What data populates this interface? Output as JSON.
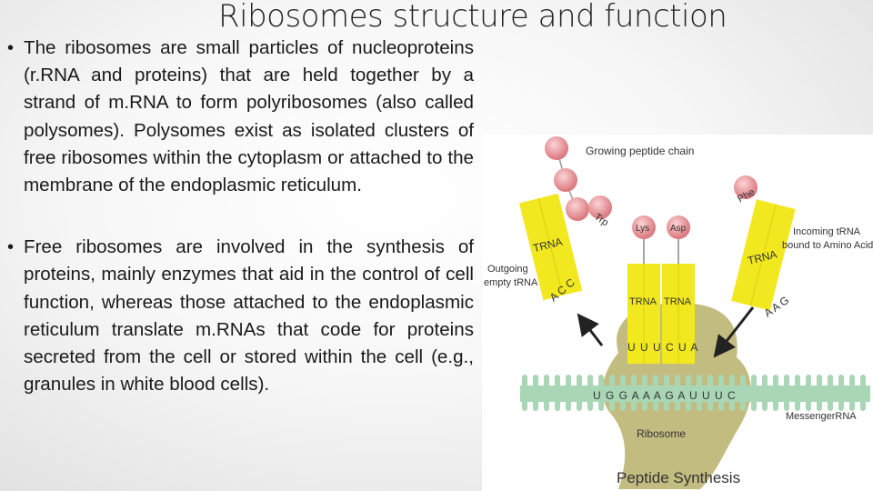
{
  "title": "Ribosomes structure and function",
  "bullets": [
    "The ribosomes are small particles of nucleoproteins (r.RNA and proteins) that are held together by a strand of m.RNA to form polyribosomes (also called polysomes). Polysomes exist as isolated clusters of free ribosomes within the cytoplasm or attached to the membrane of the endoplasmic reticulum.",
    "Free ribosomes are involved in the synthesis of proteins, mainly enzymes that aid in the control of cell function, whereas those attached to the endoplasmic reticulum translate m.RNAs that code for proteins secreted from the cell or stored within the cell (e.g., granules in white blood cells)."
  ],
  "figure": {
    "labels": {
      "growing_chain": "Growing peptide chain",
      "incoming_line1": "Incoming tRNA",
      "incoming_line2": "bound to Amino Acid",
      "outgoing_line1": "Outgoing",
      "outgoing_line2": "empty tRNA",
      "messenger": "MessengerRNA",
      "ribosome": "Ribosome",
      "caption": "Peptide Synthesis"
    },
    "amino_acids": {
      "trp": "Trp",
      "lys": "Lys",
      "asp": "Asp",
      "phe": "Phe"
    },
    "trna": {
      "left": "TRNA",
      "middle_left": "TRNA",
      "middle_right": "TRNA",
      "right": "TRNA"
    },
    "codons": {
      "outgoing_anticodon": "A C C",
      "incoming_anticodon": "A A G",
      "middle_anticodon": "U U U C U A",
      "mrna_sequence": "U G G A A A G A U U U C"
    },
    "colors": {
      "trna": "#f2e81f",
      "amino_acid": "#e9969a",
      "ribosome": "#b8b06a",
      "mrna": "#a9d6b4",
      "arrow": "#222222"
    }
  }
}
